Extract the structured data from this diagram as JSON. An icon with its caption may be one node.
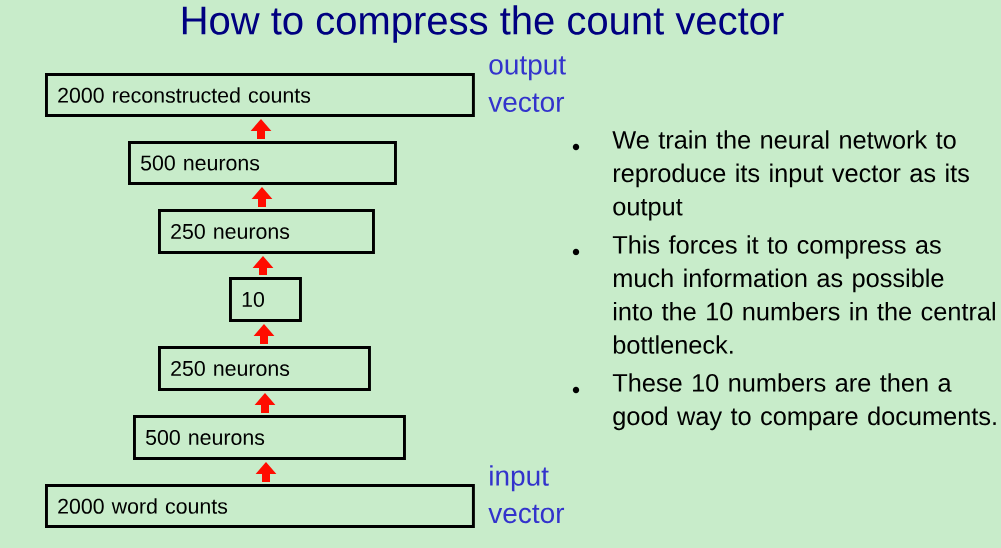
{
  "diagram": {
    "title": "How to compress the count vector",
    "nodes": [
      {
        "text": [
          "2000 reconstructed counts"
        ],
        "beside": [
          "output vector"
        ]
      },
      {
        "text": [
          "500 neurons"
        ]
      },
      {
        "text": [
          "250 neurons"
        ]
      },
      {
        "text": [
          "10"
        ]
      },
      {
        "text": [
          "250 neurons"
        ]
      },
      {
        "text": [
          "500 neurons"
        ]
      },
      {
        "text": [
          "2000 word counts"
        ],
        "beside": [
          "input vector"
        ]
      }
    ],
    "edges": [
      {
        "from": 6,
        "to": 5,
        "arrow": "to"
      },
      {
        "from": 5,
        "to": 4,
        "arrow": "to"
      },
      {
        "from": 4,
        "to": 3,
        "arrow": "to"
      },
      {
        "from": 3,
        "to": 2,
        "arrow": "to"
      },
      {
        "from": 2,
        "to": 1,
        "arrow": "to"
      },
      {
        "from": 1,
        "to": 0,
        "arrow": "to"
      }
    ],
    "labels": [
      "We train the neural network to reproduce its input vector as its output",
      "This forces it to compress as much information as possible into the 10 numbers in the central bottleneck.",
      "These 10 numbers are then a good way to compare documents."
    ]
  }
}
